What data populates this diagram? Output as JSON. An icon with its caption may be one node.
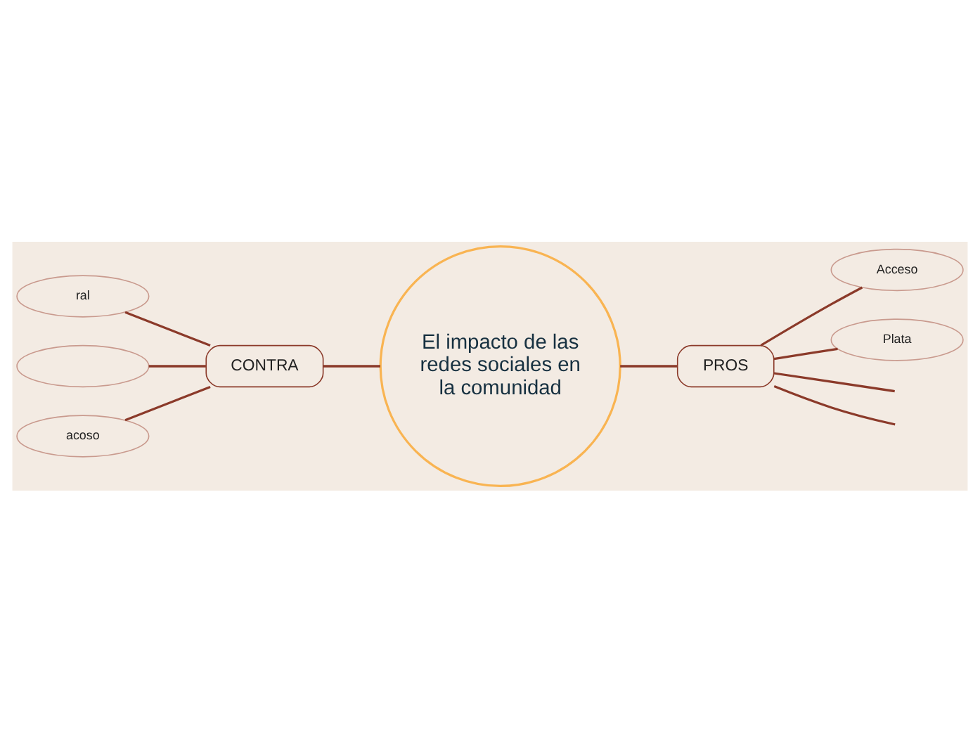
{
  "diagram": {
    "nodes": [
      {
        "text": [
          "El impacto de las redes sociales en la comunidad"
        ]
      },
      {
        "text": [
          "CONTRA"
        ]
      },
      {
        "text": [
          "PROS"
        ]
      },
      {
        "text": [
          "ral"
        ]
      },
      {
        "text": [],
        "shape": "ellipse"
      },
      {
        "text": [
          "acoso"
        ]
      },
      {
        "text": [
          "Acceso"
        ]
      },
      {
        "text": [
          "Plata"
        ]
      }
    ],
    "edges": [
      {
        "from": 0,
        "to": 1,
        "arrow": "none"
      },
      {
        "from": 0,
        "to": 2,
        "arrow": "none"
      },
      {
        "from": 1,
        "to": 3,
        "arrow": "none"
      },
      {
        "from": 1,
        "to": 4,
        "arrow": "none"
      },
      {
        "from": 1,
        "to": 5,
        "arrow": "none"
      },
      {
        "from": 2,
        "to": null,
        "arrow": "none"
      },
      {
        "from": 2,
        "to": 6,
        "arrow": "none"
      },
      {
        "from": 2,
        "to": 7,
        "arrow": "none"
      },
      {
        "from": 2,
        "to": null,
        "arrow": "none"
      }
    ]
  }
}
